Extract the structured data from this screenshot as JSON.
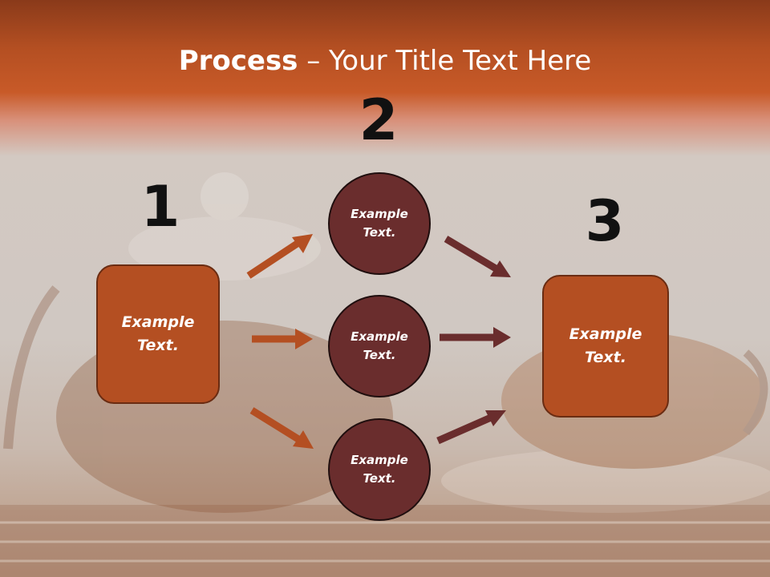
{
  "title": {
    "bold": "Process",
    "rest": " – Your Title Text Here"
  },
  "steps": [
    "1",
    "2",
    "3"
  ],
  "left_box": {
    "text": "Example Text."
  },
  "circles": [
    {
      "text": "Example Text."
    },
    {
      "text": "Example Text."
    },
    {
      "text": "Example Text."
    }
  ],
  "right_box": {
    "text": "Example Text."
  },
  "colors": {
    "box_fill": "#b44f22",
    "circle_fill": "#6a2d2d",
    "arrow_left": "#b44f22",
    "arrow_right": "#6a2d2d",
    "header": "#c85a28"
  }
}
